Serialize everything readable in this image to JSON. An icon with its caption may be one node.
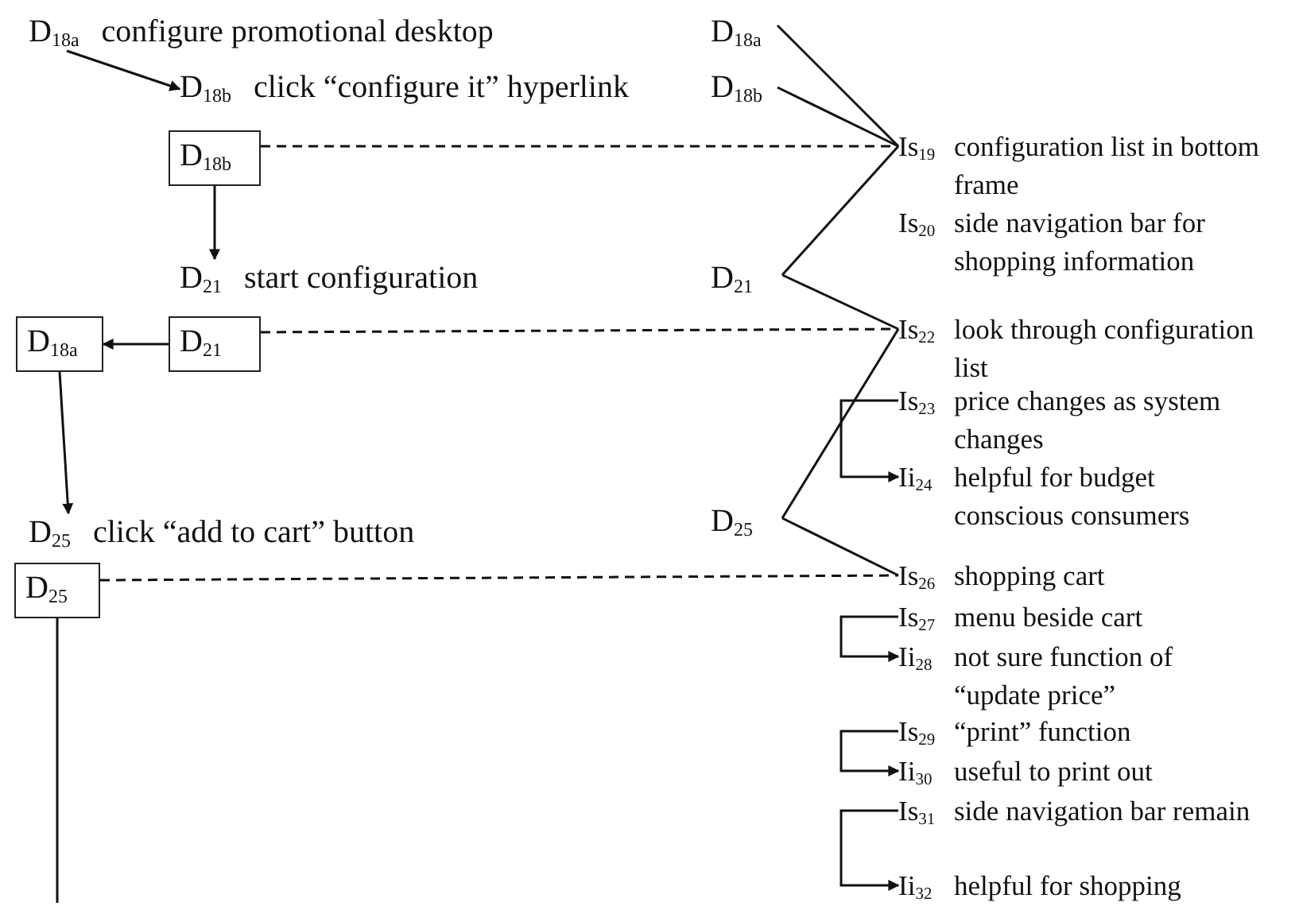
{
  "diagram": {
    "nodes": [
      {
        "text": [
          "D$_{18a}$",
          "configure promotional desktop"
        ]
      },
      {
        "text": [
          "D$_{18b}$",
          "click “configure it” hyperlink"
        ]
      },
      {
        "text": [
          "D$_{18a}$"
        ]
      },
      {
        "text": [
          "D$_{18b}$"
        ]
      },
      {
        "text": [
          "D$_{18b}$"
        ]
      },
      {
        "text": [
          "D$_{21}$",
          "start configuration"
        ]
      },
      {
        "text": [
          "D$_{21}$"
        ]
      },
      {
        "text": [
          "D$_{18a}$"
        ]
      },
      {
        "text": [
          "D$_{21}$"
        ]
      },
      {
        "text": [
          "D$_{25}$",
          "click “add to cart” button"
        ]
      },
      {
        "text": [
          "D$_{25}$"
        ]
      },
      {
        "text": [
          "D$_{25}$"
        ]
      },
      {
        "text": [
          "Is$_{19}$",
          "configuration list in bottom frame"
        ]
      },
      {
        "text": [
          "Is$_{20}$",
          "side navigation bar for shopping information"
        ]
      },
      {
        "text": [
          "Is$_{22}$",
          "look through configuration list"
        ]
      },
      {
        "text": [
          "Is$_{23}$",
          "price changes as system changes"
        ]
      },
      {
        "text": [
          "Ii$_{24}$",
          "helpful for budget conscious consumers"
        ]
      },
      {
        "text": [
          "Is$_{26}$",
          "shopping cart"
        ]
      },
      {
        "text": [
          "Is$_{27}$",
          "menu beside cart"
        ]
      },
      {
        "text": [
          "Ii$_{28}$",
          "not sure function of “update price”"
        ]
      },
      {
        "text": [
          "Is$_{29}$",
          "“print” function"
        ]
      },
      {
        "text": [
          "Ii$_{30}$",
          "useful to print out"
        ]
      },
      {
        "text": [
          "Is$_{31}$",
          "side navigation bar remain"
        ]
      },
      {
        "text": [
          "Ii$_{32}$",
          "helpful for shopping"
        ]
      }
    ],
    "edges": [
      {
        "from": 0,
        "to": 1,
        "arrow": "to"
      },
      {
        "from": 4,
        "to": 5,
        "arrow": "to"
      },
      {
        "from": 8,
        "to": 7,
        "arrow": "to"
      },
      {
        "from": 7,
        "to": 9,
        "arrow": "to"
      },
      {
        "from": 11,
        "to": null,
        "arrow": "none"
      },
      {
        "from": 4,
        "to": 12,
        "arrow": "none",
        "style": "dashed"
      },
      {
        "from": 8,
        "to": 14,
        "arrow": "none",
        "style": "dashed"
      },
      {
        "from": 11,
        "to": 17,
        "arrow": "none",
        "style": "dashed"
      },
      {
        "from": 2,
        "to": 12,
        "arrow": "none"
      },
      {
        "from": 3,
        "to": 12,
        "arrow": "none"
      },
      {
        "from": 12,
        "to": 6,
        "arrow": "none"
      },
      {
        "from": 6,
        "to": 14,
        "arrow": "none"
      },
      {
        "from": 14,
        "to": 10,
        "arrow": "none"
      },
      {
        "from": 10,
        "to": 17,
        "arrow": "none"
      },
      {
        "from": 15,
        "to": 16,
        "arrow": "to"
      },
      {
        "from": 18,
        "to": 19,
        "arrow": "to"
      },
      {
        "from": 20,
        "to": 21,
        "arrow": "to"
      },
      {
        "from": 22,
        "to": 23,
        "arrow": "to"
      }
    ]
  }
}
